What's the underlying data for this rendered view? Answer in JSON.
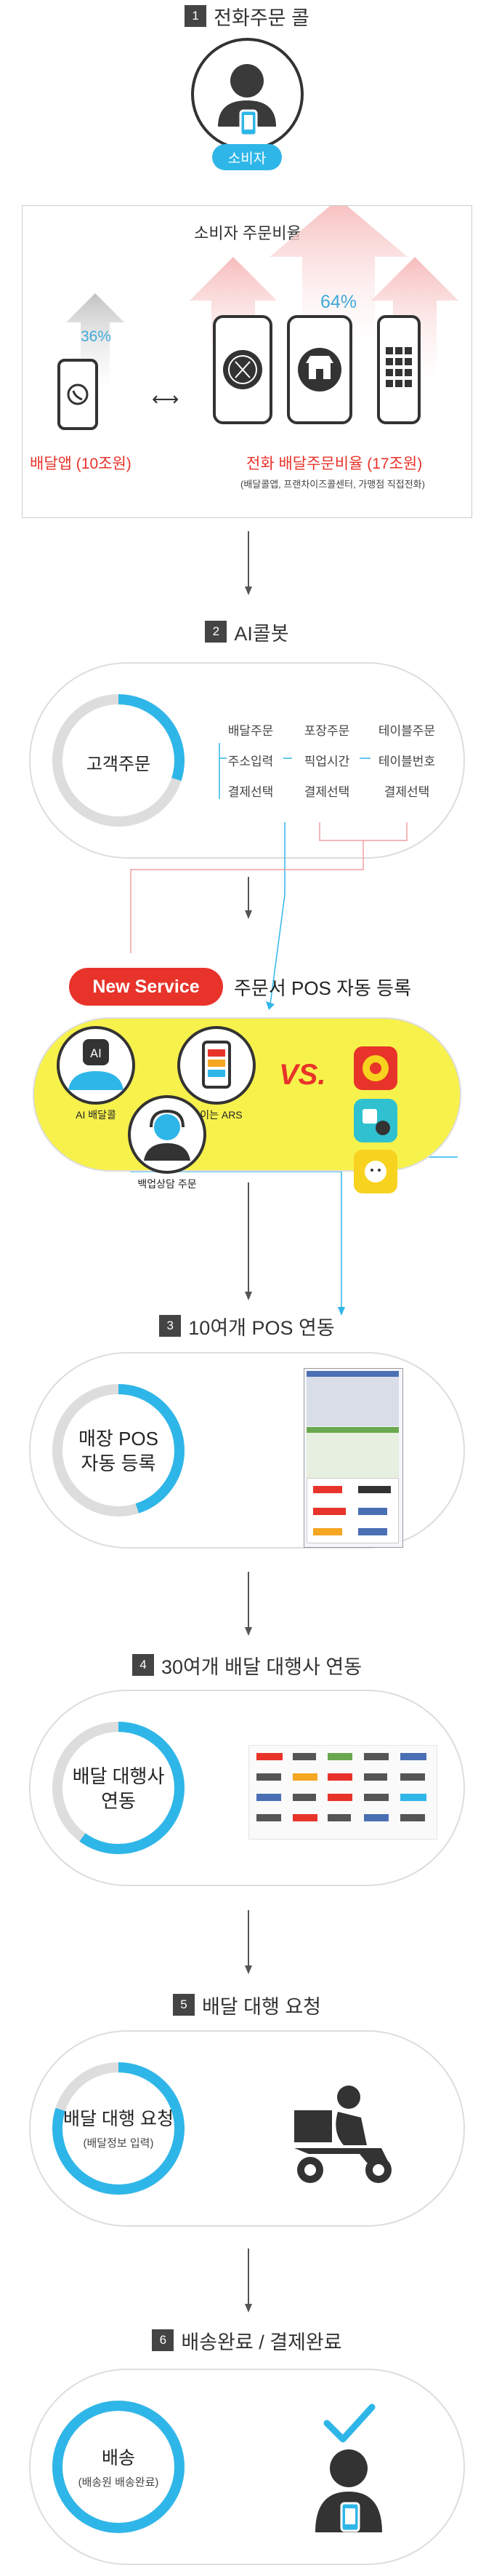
{
  "step1": {
    "num": "1",
    "title": "전화주문 콜",
    "badge": "소비자"
  },
  "stats": {
    "title": "소비자 주문비율",
    "left_pct": "36%",
    "right_pct": "64%",
    "left_label": "배달앱 (10조원)",
    "right_label": "전화 배달주문비율 (17조원)",
    "right_sub": "(배달콜앱, 프랜차이즈콜센터, 가맹점 직접전화)",
    "left_share": 0.36,
    "right_share": 0.64
  },
  "step2": {
    "num": "2",
    "title": "AI콜봇",
    "center": "고객주문",
    "columns": [
      {
        "items": [
          "배달주문",
          "주소입력",
          "결제선택"
        ]
      },
      {
        "items": [
          "포장주문",
          "픽업시간",
          "결제선택"
        ]
      },
      {
        "items": [
          "테이블주문",
          "테이블번호",
          "결제선택"
        ]
      }
    ],
    "ring_fill": 0.3
  },
  "newservice": {
    "badge": "New Service",
    "title": "주문서 POS 자동 등록",
    "vs": "VS.",
    "services": [
      "AI 배달콜",
      "보이는 ARS",
      "백업상담 주문"
    ]
  },
  "step3": {
    "num": "3",
    "title": "10여개 POS 연동",
    "center_line1": "매장 POS",
    "center_line2": "자동 등록",
    "ring_fill": 0.45
  },
  "step4": {
    "num": "4",
    "title": "30여개 배달 대행사 연동",
    "center_line1": "배달 대행사",
    "center_line2": "연동",
    "ring_fill": 0.6
  },
  "step5": {
    "num": "5",
    "title": "배달 대행 요청",
    "center_line1": "배달 대행 요청",
    "center_sub": "(배달정보 입력)",
    "ring_fill": 0.8
  },
  "step6": {
    "num": "6",
    "title": "배송완료 / 결제완료",
    "center_line1": "배송",
    "center_sub": "(배송원 배송완료)",
    "ring_fill": 1.0
  },
  "colors": {
    "accent": "#2fb6e8",
    "red": "#e8332a",
    "yellow": "#f7f14c",
    "dark": "#333333",
    "pink": "#f0a0a0"
  }
}
